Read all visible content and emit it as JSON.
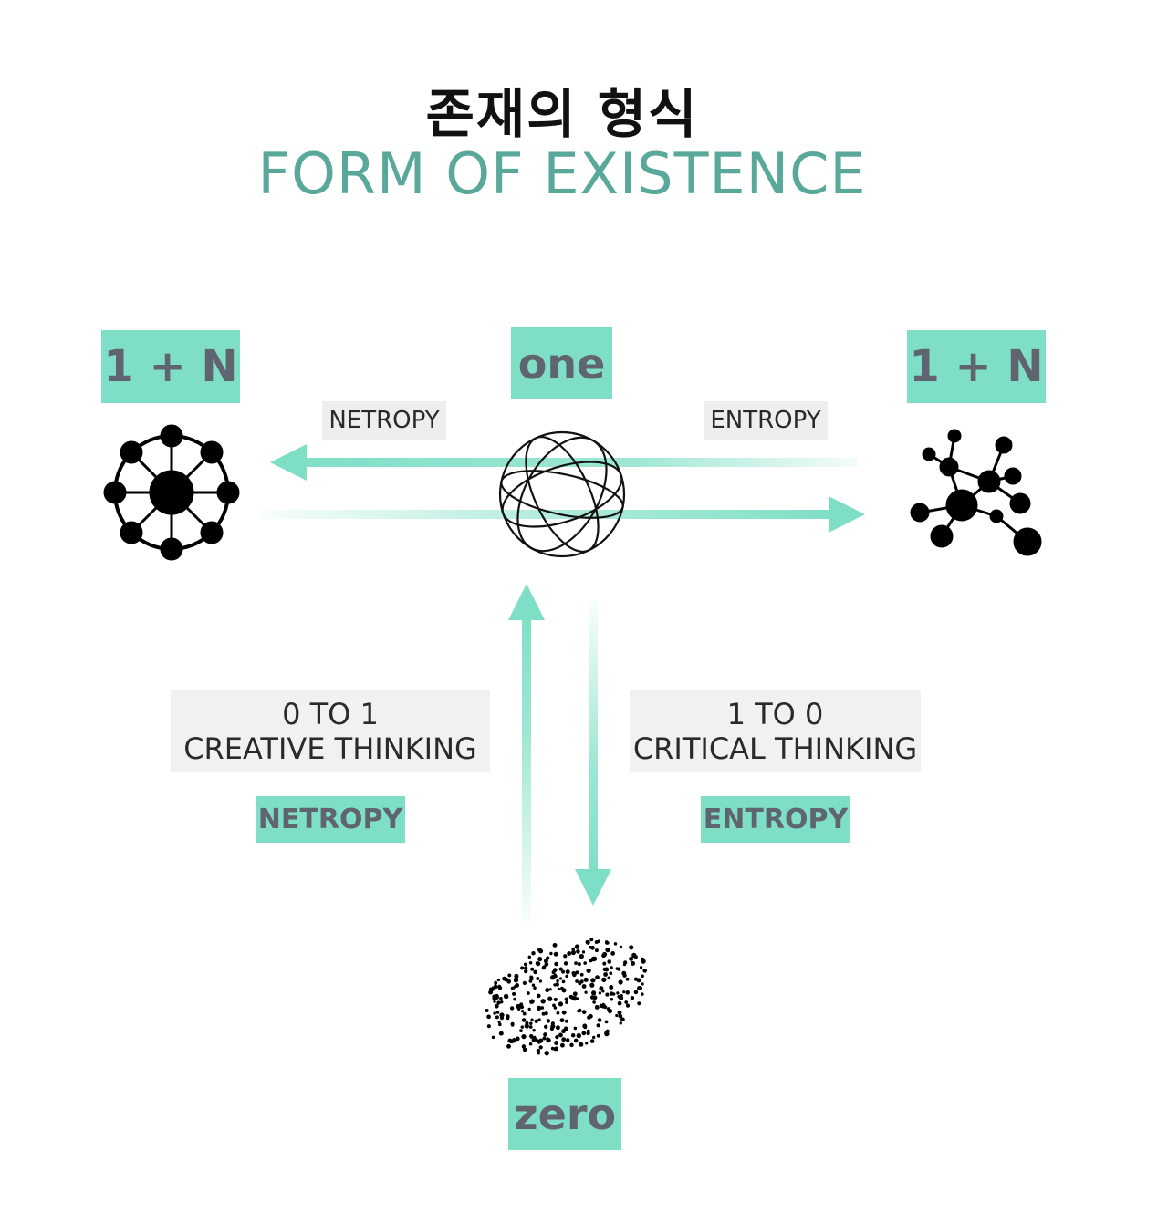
{
  "title": {
    "korean": "존재의 형식",
    "english": "FORM OF EXISTENCE"
  },
  "badges": {
    "left_top": "1 + N",
    "center_top": "one",
    "right_top": "1 + N",
    "bottom": "zero",
    "left_mid": "NETROPY",
    "right_mid": "ENTROPY"
  },
  "tags": {
    "upper_left": "NETROPY",
    "upper_right": "ENTROPY"
  },
  "boxes": {
    "left": {
      "line1": "0 TO 1",
      "line2": "CREATIVE THINKING"
    },
    "right": {
      "line1": "1 TO 0",
      "line2": "CRITICAL THINKING"
    }
  },
  "colors": {
    "accent": "#7fdfc6",
    "title_teal": "#5aa89a",
    "badge_text": "#5f6470",
    "box_bg": "#f1f1f1"
  },
  "icons": [
    "wheel-network-icon",
    "wireframe-sphere-icon",
    "scattered-network-icon",
    "dot-cloud-icon"
  ]
}
